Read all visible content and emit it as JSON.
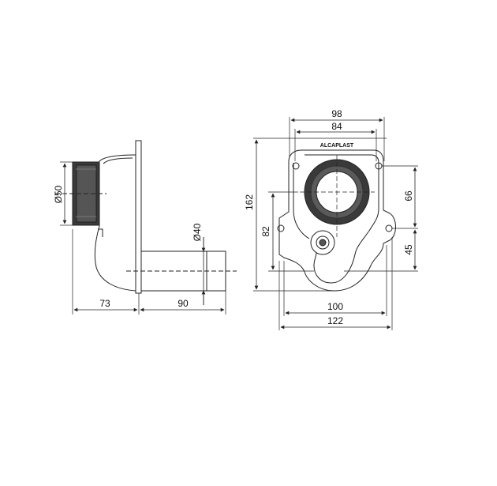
{
  "side_view": {
    "dim_inlet_diameter": "Ø50",
    "dim_outlet_diameter": "Ø40",
    "dim_body_depth": "73",
    "dim_outlet_length": "90"
  },
  "front_view": {
    "brand_label": "ALCAPLAST",
    "dim_top_width_outer": "98",
    "dim_top_width_inner": "84",
    "dim_total_height": "162",
    "dim_right_upper": "66",
    "dim_right_lower": "45",
    "dim_left_height": "82",
    "dim_bottom_width_inner": "100",
    "dim_bottom_width_outer": "122"
  },
  "colors": {
    "line": "#222222",
    "seal": "#3a3a3a",
    "background": "#ffffff"
  }
}
